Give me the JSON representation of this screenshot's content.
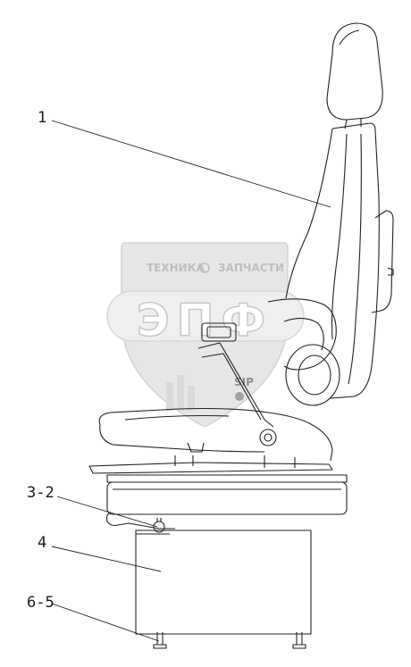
{
  "callouts": {
    "c1": "1",
    "c2": "3-2",
    "c3": "4",
    "c4": "6-5"
  },
  "watermark": {
    "left_word": "ТЕХНИКА",
    "right_word": "ЗАПЧАСТИ",
    "big_letters": "ЭПФ",
    "brand": "SIP"
  },
  "colors": {
    "ink": "#222222",
    "watermark_fill": "#c9c9c9",
    "watermark_text": "#8a8a8a"
  }
}
